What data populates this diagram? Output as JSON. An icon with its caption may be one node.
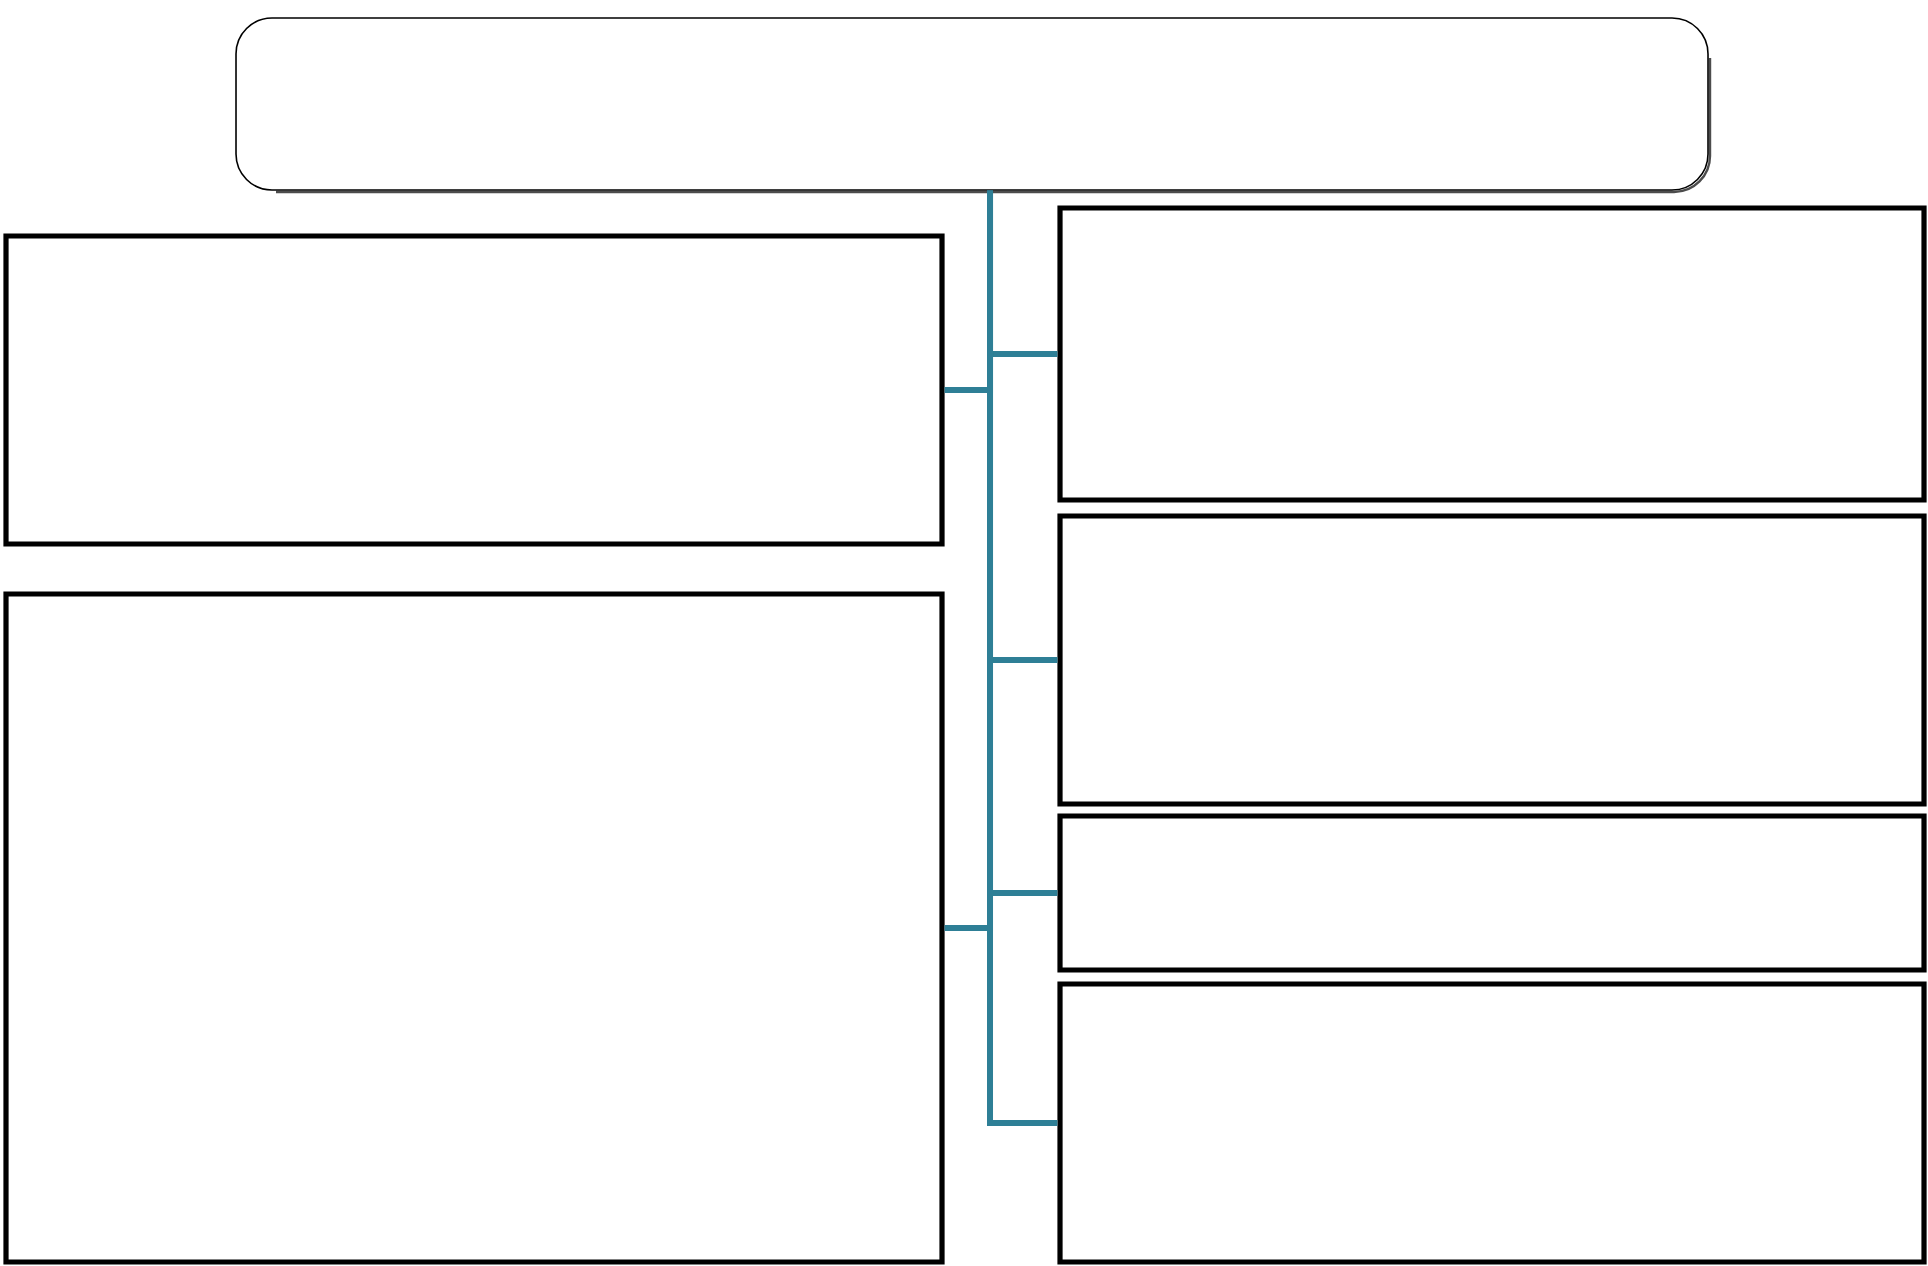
{
  "diagram": {
    "nodes": [
      {
        "text": [],
        "shape": "box"
      },
      {
        "text": [],
        "shape": "box"
      },
      {
        "text": [],
        "shape": "box"
      },
      {
        "text": [],
        "shape": "box"
      },
      {
        "text": [],
        "shape": "box"
      },
      {
        "text": [],
        "shape": "box"
      },
      {
        "text": [],
        "shape": "box"
      }
    ],
    "edges": [
      {
        "from": 0,
        "to": 1,
        "arrow": "none",
        "color": "#2e7f96"
      },
      {
        "from": 0,
        "to": 2,
        "arrow": "none",
        "color": "#2e7f96"
      },
      {
        "from": 0,
        "to": 3,
        "arrow": "none",
        "color": "#2e7f96"
      },
      {
        "from": 0,
        "to": 4,
        "arrow": "none",
        "color": "#2e7f96"
      },
      {
        "from": 0,
        "to": 5,
        "arrow": "none",
        "color": "#2e7f96"
      },
      {
        "from": 0,
        "to": 6,
        "arrow": "none",
        "color": "#2e7f96"
      }
    ]
  }
}
